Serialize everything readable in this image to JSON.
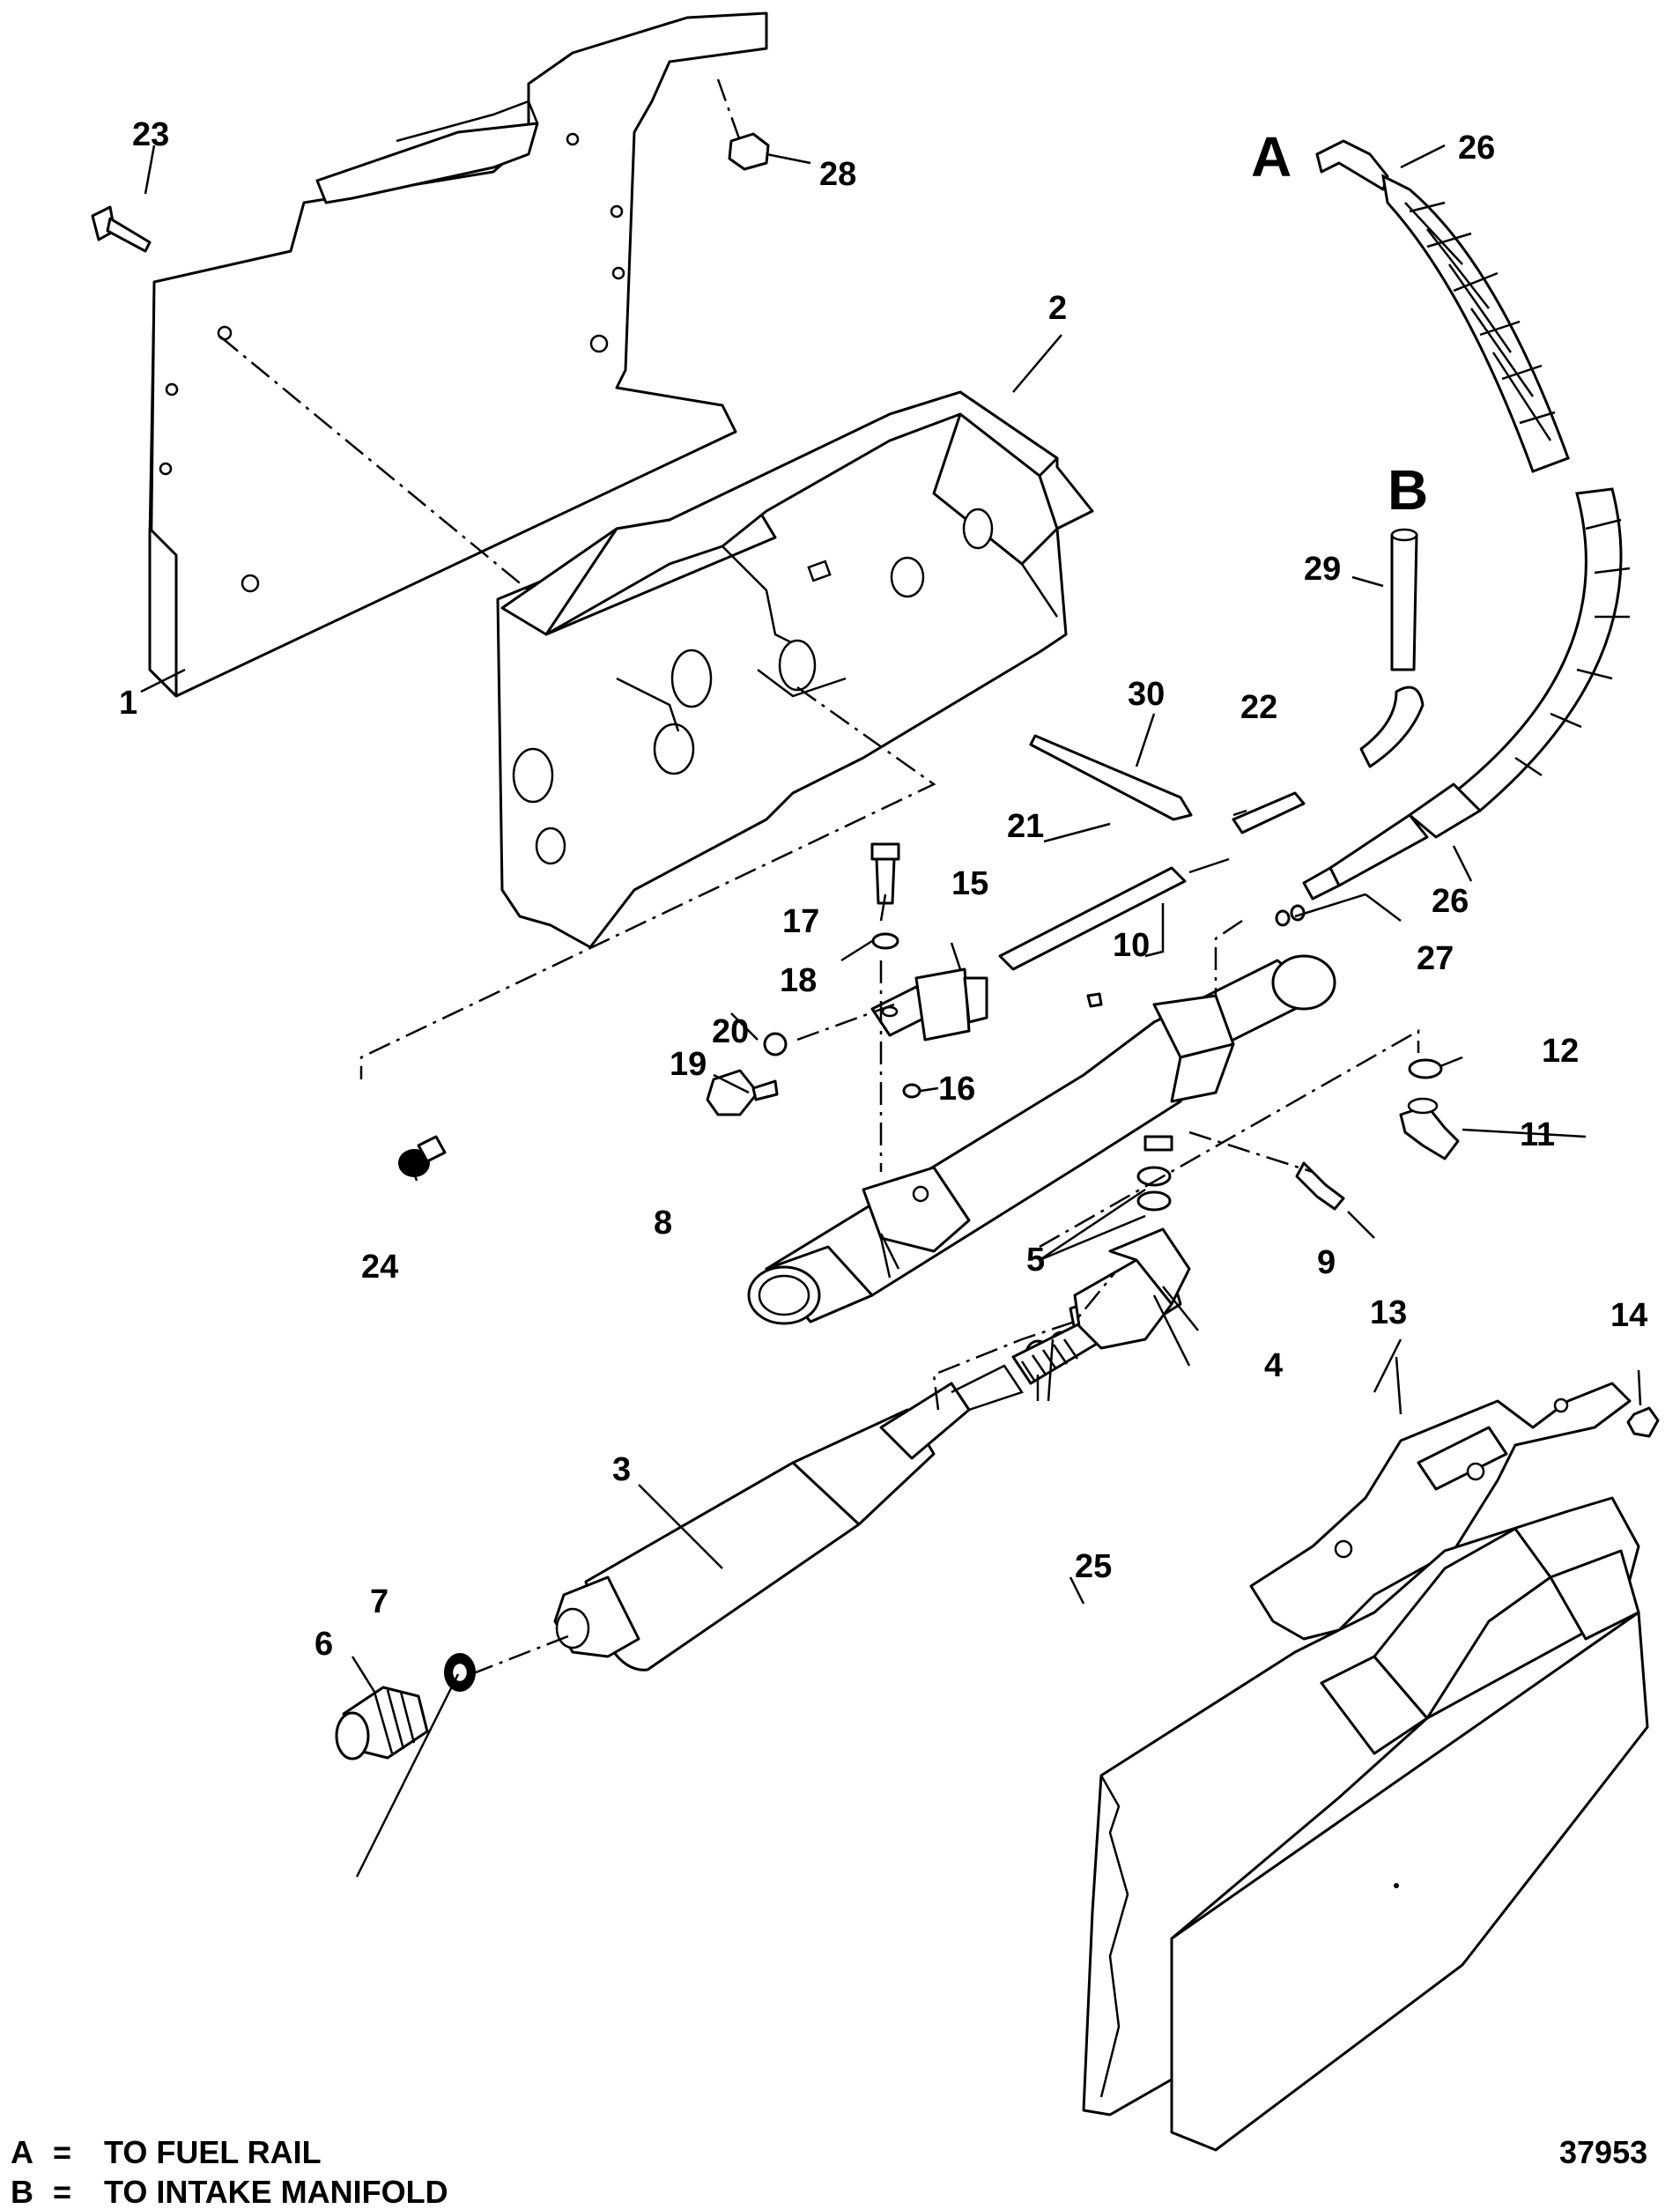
{
  "diagram": {
    "callouts": [
      "1",
      "2",
      "3",
      "4",
      "5",
      "5",
      "6",
      "7",
      "8",
      "9",
      "10",
      "11",
      "12",
      "13",
      "14",
      "15",
      "16",
      "17",
      "18",
      "19",
      "20",
      "21",
      "22",
      "23",
      "24",
      "25",
      "26",
      "26",
      "27",
      "28",
      "29",
      "30"
    ],
    "connection_markers": [
      "A",
      "B"
    ],
    "legend": [
      {
        "key": "A",
        "eq": "=",
        "text": "TO FUEL RAIL"
      },
      {
        "key": "B",
        "eq": "=",
        "text": "TO INTAKE MANIFOLD"
      }
    ],
    "figure_number": "37953"
  }
}
